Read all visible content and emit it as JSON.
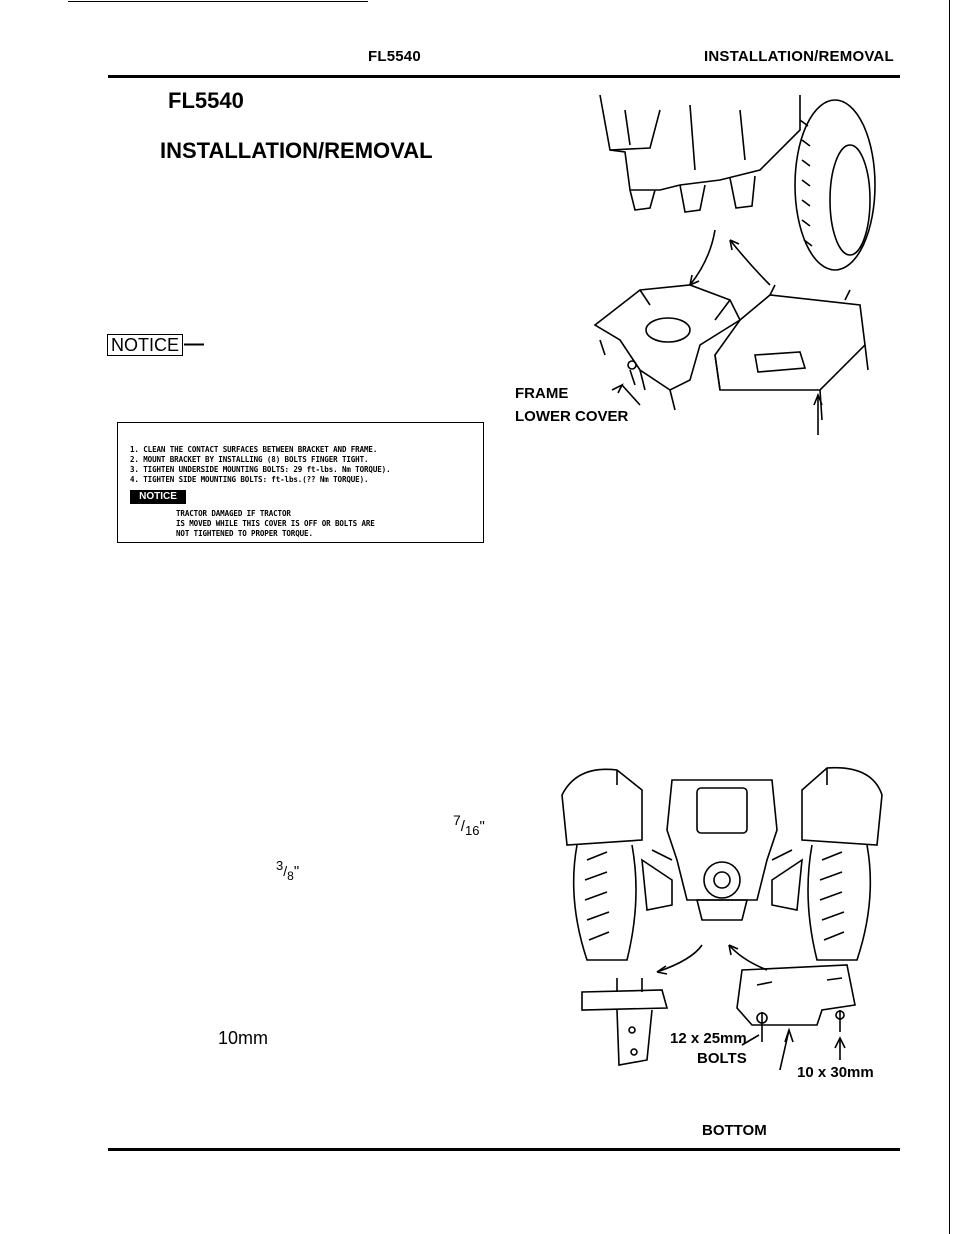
{
  "header": {
    "model": "FL5540",
    "section": "INSTALLATION/REMOVAL"
  },
  "title": {
    "model": "FL5540",
    "heading": "INSTALLATION/REMOVAL"
  },
  "notice": {
    "label": "NOTICE",
    "dash": "—"
  },
  "figure_top": {
    "labels": [
      "FRAME",
      "LOWER COVER"
    ]
  },
  "decal": {
    "lines": [
      "1. CLEAN THE CONTACT SURFACES BETWEEN BRACKET AND FRAME.",
      "2. MOUNT BRACKET BY INSTALLING (8) BOLTS FINGER TIGHT.",
      "3. TIGHTEN UNDERSIDE MOUNTING BOLTS: 29 ft-lbs. Nm TORQUE).",
      "4. TIGHTEN SIDE MOUNTING BOLTS: ft-lbs.(?? Nm TORQUE)."
    ],
    "notice_label": "NOTICE",
    "notice_lines": [
      "TRACTOR DAMAGED IF TRACTOR",
      "IS MOVED WHILE THIS COVER IS OFF OR BOLTS ARE",
      "NOT TIGHTENED TO PROPER TORQUE."
    ]
  },
  "fractions": {
    "f1_num": "7",
    "f1_den": "16",
    "f1_mark": "\"",
    "f2_num": "3",
    "f2_den": "8",
    "f2_mark": "\"",
    "metric": "10mm"
  },
  "figure_bottom": {
    "labels": [
      "12 x 25mm",
      "BOLTS",
      "10 x 30mm",
      "BOTTOM"
    ]
  }
}
